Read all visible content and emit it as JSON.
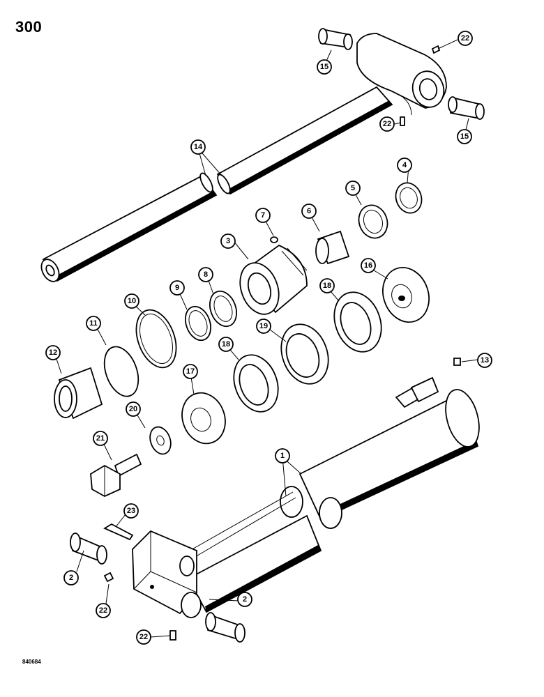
{
  "page": {
    "number": "300",
    "diagram_code": "840684"
  },
  "callouts": [
    {
      "id": "c1",
      "label": "1"
    },
    {
      "id": "c2a",
      "label": "2"
    },
    {
      "id": "c2b",
      "label": "2"
    },
    {
      "id": "c3",
      "label": "3"
    },
    {
      "id": "c4",
      "label": "4"
    },
    {
      "id": "c5",
      "label": "5"
    },
    {
      "id": "c6",
      "label": "6"
    },
    {
      "id": "c7",
      "label": "7"
    },
    {
      "id": "c8",
      "label": "8"
    },
    {
      "id": "c9",
      "label": "9"
    },
    {
      "id": "c10",
      "label": "10"
    },
    {
      "id": "c11",
      "label": "11"
    },
    {
      "id": "c12",
      "label": "12"
    },
    {
      "id": "c13",
      "label": "13"
    },
    {
      "id": "c14",
      "label": "14"
    },
    {
      "id": "c15a",
      "label": "15"
    },
    {
      "id": "c15b",
      "label": "15"
    },
    {
      "id": "c16",
      "label": "16"
    },
    {
      "id": "c17",
      "label": "17"
    },
    {
      "id": "c18a",
      "label": "18"
    },
    {
      "id": "c18b",
      "label": "18"
    },
    {
      "id": "c19",
      "label": "19"
    },
    {
      "id": "c20",
      "label": "20"
    },
    {
      "id": "c21",
      "label": "21"
    },
    {
      "id": "c22a",
      "label": "22"
    },
    {
      "id": "c22b",
      "label": "22"
    },
    {
      "id": "c22c",
      "label": "22"
    },
    {
      "id": "c22d",
      "label": "22"
    },
    {
      "id": "c23",
      "label": "23"
    }
  ]
}
